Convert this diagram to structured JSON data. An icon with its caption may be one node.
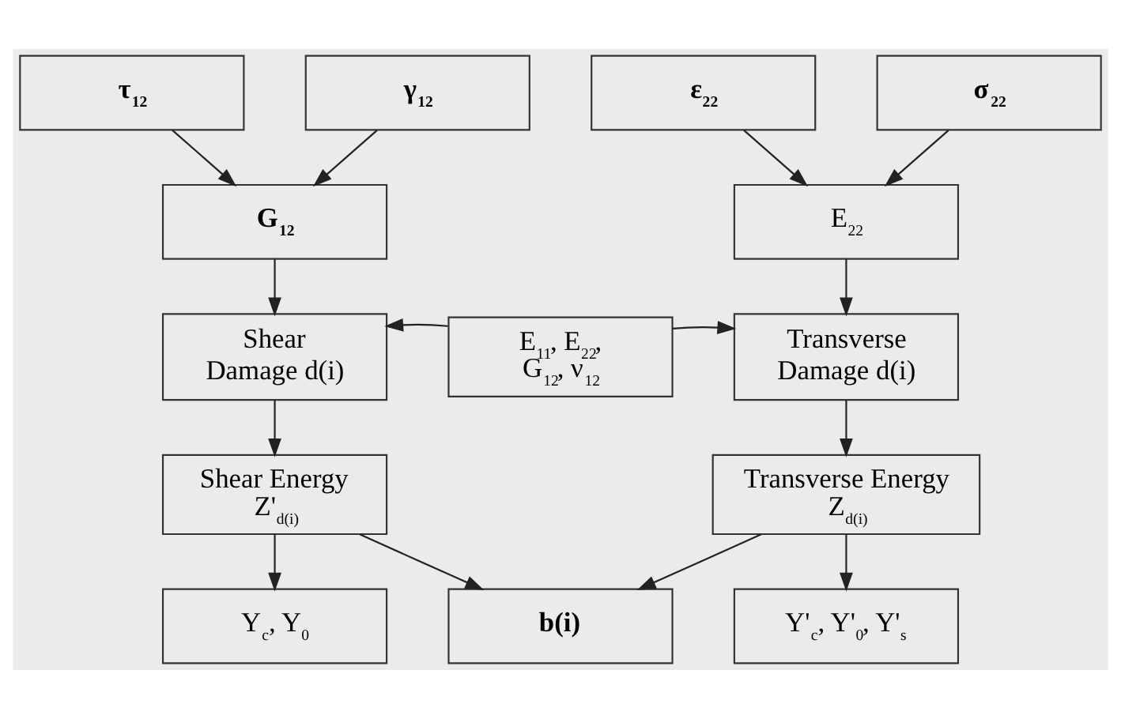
{
  "diagram": {
    "nodes": [
      {
        "text": [
          "τ$_{12}$"
        ]
      },
      {
        "text": [
          "γ$_{12}$"
        ]
      },
      {
        "text": [
          "ε$_{22}$"
        ]
      },
      {
        "text": [
          "σ$_{22}$"
        ]
      },
      {
        "text": [
          "G$_{12}$"
        ]
      },
      {
        "text": [
          "E$_{22}$"
        ]
      },
      {
        "text": [
          "Shear Damage d(i)"
        ]
      },
      {
        "text": [
          "E$_{11}$, E$_{22}$, G$_{12}$, ν$_{12}$"
        ]
      },
      {
        "text": [
          "Transverse Damage d(i)"
        ]
      },
      {
        "text": [
          "Shear Energy Z'$_{d(i)}$"
        ]
      },
      {
        "text": [
          "Transverse Energy Z$_{d(i)}$"
        ]
      },
      {
        "text": [
          "Y$_{c}$, Y$_{0}$"
        ]
      },
      {
        "text": [
          "b(i)"
        ]
      },
      {
        "text": [
          "Y'$_{c}$, Y'$_{0}$, Y'$_{s}$"
        ]
      }
    ],
    "edges": [
      {
        "from": 0,
        "to": 4,
        "arrow": "to"
      },
      {
        "from": 1,
        "to": 4,
        "arrow": "to"
      },
      {
        "from": 2,
        "to": 5,
        "arrow": "to"
      },
      {
        "from": 3,
        "to": 5,
        "arrow": "to"
      },
      {
        "from": 4,
        "to": 6,
        "arrow": "to"
      },
      {
        "from": 5,
        "to": 8,
        "arrow": "to"
      },
      {
        "from": 7,
        "to": 6,
        "arrow": "to"
      },
      {
        "from": 7,
        "to": 8,
        "arrow": "to"
      },
      {
        "from": 6,
        "to": 9,
        "arrow": "to"
      },
      {
        "from": 8,
        "to": 10,
        "arrow": "to"
      },
      {
        "from": 9,
        "to": 11,
        "arrow": "to"
      },
      {
        "from": 9,
        "to": 12,
        "arrow": "to"
      },
      {
        "from": 10,
        "to": 12,
        "arrow": "to"
      },
      {
        "from": 10,
        "to": 13,
        "arrow": "to"
      }
    ]
  }
}
